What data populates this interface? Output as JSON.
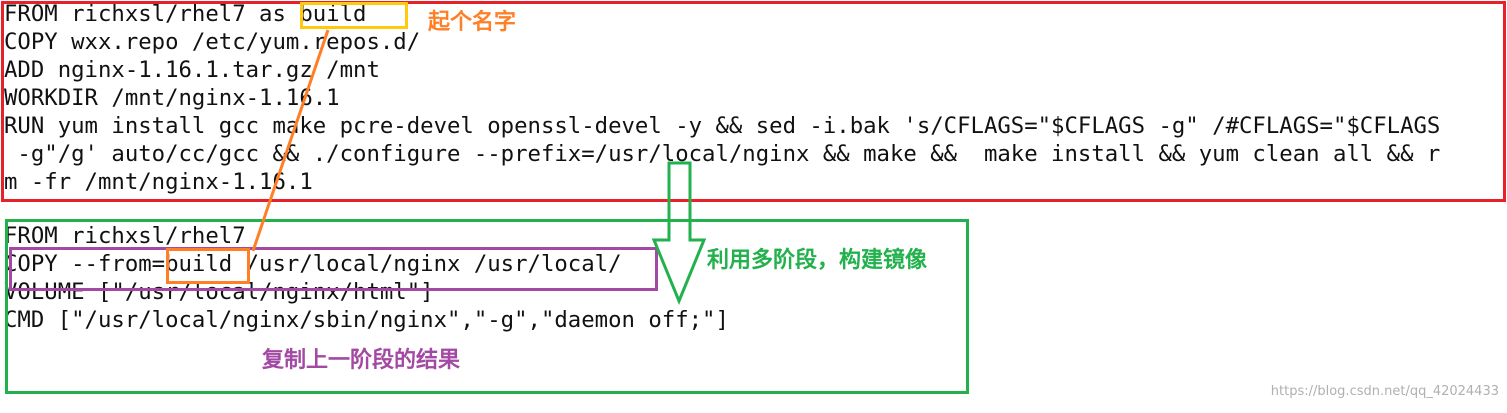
{
  "top_dockerfile": [
    "FROM richxsl/rhel7 as build",
    "COPY wxx.repo /etc/yum.repos.d/",
    "ADD nginx-1.16.1.tar.gz /mnt",
    "WORKDIR /mnt/nginx-1.16.1",
    "RUN yum install gcc make pcre-devel openssl-devel -y && sed -i.bak 's/CFLAGS=\"$CFLAGS -g\" /#CFLAGS=\"$CFLAGS",
    " -g\"/g' auto/cc/gcc && ./configure --prefix=/usr/local/nginx && make &&  make install && yum clean all && r",
    "m -fr /mnt/nginx-1.16.1"
  ],
  "bottom_dockerfile": [
    "FROM richxsl/rhel7",
    "COPY --from=build /usr/local/nginx /usr/local/",
    "VOLUME [\"/usr/local/nginx/html\"]",
    "CMD [\"/usr/local/nginx/sbin/nginx\",\"-g\",\"daemon off;\"]"
  ],
  "annotations": {
    "name_stage": "起个名字",
    "multi_stage_build": "利用多阶段，构建镜像",
    "copy_previous_stage": "复制上一阶段的结果"
  },
  "watermark": "https://blog.csdn.net/qq_42024433",
  "colors": {
    "red_box": "#e8202a",
    "green_box": "#22b14c",
    "purple_box": "#a349a4",
    "orange": "#ff7f27",
    "yellow_box": "#ffc90e",
    "arrow_green": "#22b14c"
  }
}
